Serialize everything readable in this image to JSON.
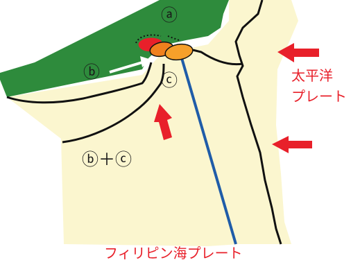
{
  "labels": {
    "a": "ⓐ",
    "b": "ⓑ",
    "c": "ⓒ",
    "b_plus_c": "ⓑ＋ⓒ",
    "pacific_plate_line1": "太平洋",
    "pacific_plate_line2": "プレート",
    "philippine_sea_plate": "フィリピン海プレート"
  },
  "colors": {
    "land": "#2e8b3c",
    "plate_fill": "#fbf6cf",
    "boundary": "#111111",
    "arrow_red": "#e8202a",
    "subduction_line": "#1f5ca8",
    "zone_a": "#e8202a",
    "zone_b": "#f0801e",
    "zone_c": "#f6a02a"
  },
  "icons": {
    "pacific_push_arrows": "red-arrow-left",
    "philippine_push_arrow": "red-arrow-up",
    "motion_arrow": "white-arrow"
  }
}
